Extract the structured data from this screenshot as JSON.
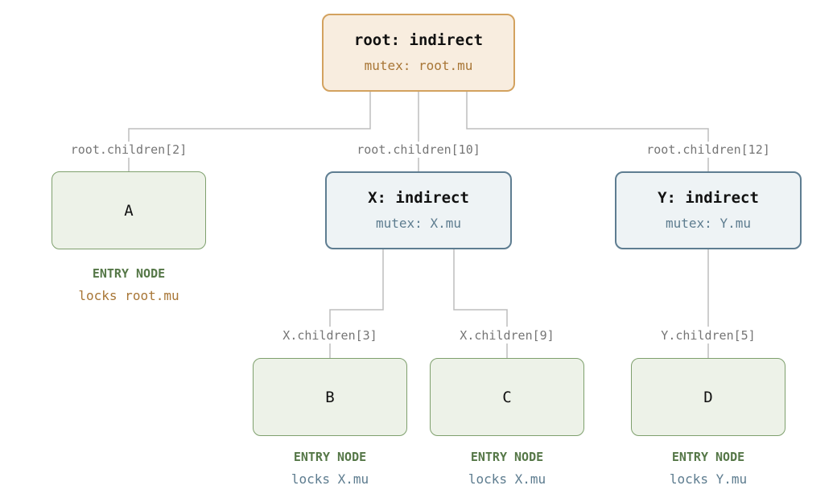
{
  "root": {
    "title": "root: indirect",
    "mutex": "mutex: root.mu"
  },
  "nodes": {
    "x": {
      "title": "X: indirect",
      "mutex": "mutex: X.mu"
    },
    "y": {
      "title": "Y: indirect",
      "mutex": "mutex: Y.mu"
    },
    "a": {
      "label": "A"
    },
    "b": {
      "label": "B"
    },
    "c": {
      "label": "C"
    },
    "d": {
      "label": "D"
    }
  },
  "edges": {
    "root_a": "root.children[2]",
    "root_x": "root.children[10]",
    "root_y": "root.children[12]",
    "x_b": "X.children[3]",
    "x_c": "X.children[9]",
    "y_d": "Y.children[5]"
  },
  "notes": {
    "a": {
      "heading": "ENTRY NODE",
      "locks": "locks root.mu"
    },
    "b": {
      "heading": "ENTRY NODE",
      "locks": "locks X.mu"
    },
    "c": {
      "heading": "ENTRY NODE",
      "locks": "locks X.mu"
    },
    "d": {
      "heading": "ENTRY NODE",
      "locks": "locks Y.mu"
    }
  },
  "colors": {
    "connector": "#bdbdbd",
    "root_border": "#d3a25f",
    "inner_border": "#5e7d91",
    "leaf_border": "#7ea06d"
  }
}
